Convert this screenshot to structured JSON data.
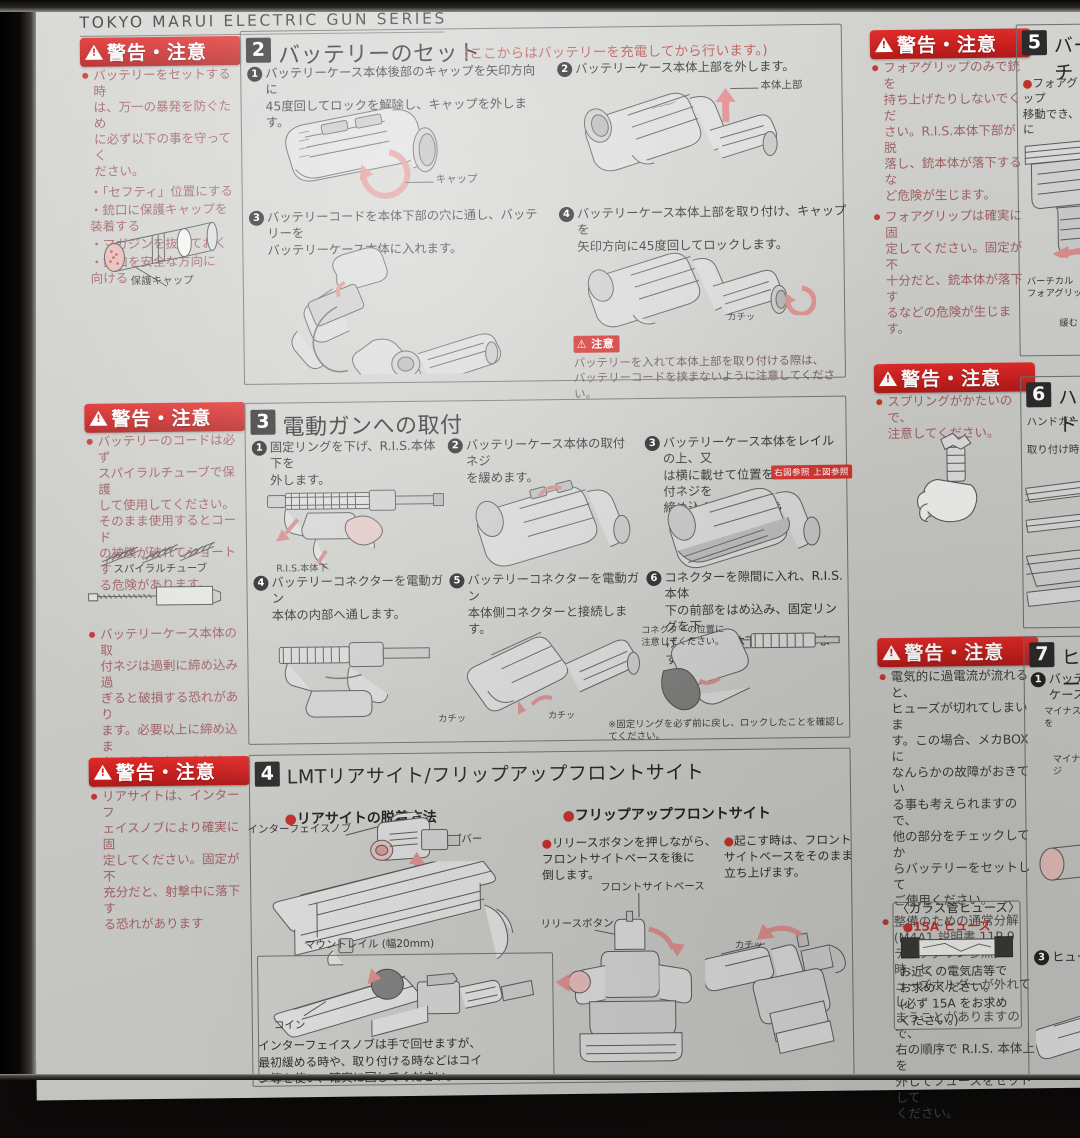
{
  "page": {
    "series_title": "TOKYO MARUI ELECTRIC GUN SERIES",
    "warn_label": "警告・注意",
    "caution_label": "注意"
  },
  "warnings": {
    "battery": {
      "header": "警告・注意",
      "items": [
        "バッテリーをセットする時\nは、万一の暴発を防ぐため\nに必ず以下の事を守ってく\nださい。",
        "「セフティ」位置にする",
        "銃口に保護キャップを\n装着する",
        "マガジンを抜いておく",
        "銃口を安全な方向に\n向ける"
      ],
      "cap_label": "保護キャップ"
    },
    "cord": {
      "header": "警告・注意",
      "items": [
        "バッテリーのコードは必ず\nスパイラルチューブで保護\nして使用してください。\nそのまま使用するとコード\nの被膜が破れてショートす\nる危険があります。",
        "バッテリーケース本体の取\n付ネジは過剰に締め込み過\nぎると破損する恐れがあり\nます。必要以上に締め込ま\nないようにしてください。"
      ],
      "tube_label": "スパイラルチューブ"
    },
    "rearsight": {
      "header": "警告・注意",
      "items": [
        "リアサイトは、インターフ\nェイスノブにより確実に固\n定してください。固定が不\n充分だと、射撃中に落下す\nる恐れがあります"
      ]
    },
    "foregrip": {
      "header": "警告・注意",
      "items": [
        "フォアグリップのみで銃を\n持ち上げたりしないでくだ\nさい。R.I.S.本体下部が脱\n落し、銃本体が落下するな\nど危険が生じます。",
        "フォアグリップは確実に固\n定してください。固定が不\n十分だと、銃本体が落下す\nるなどの危険が生じます。"
      ]
    },
    "spring": {
      "header": "警告・注意",
      "items": [
        "スプリングがかたいので、\n注意してください。"
      ]
    },
    "fuse": {
      "header": "警告・注意",
      "items": [
        "電気的に過電流が流れると、\nヒューズが切れてしまいま\nす。この場合、メカBOXに\nなんらかの故障がおきてい\nる事も考えられますので、\n他の部分をチェックしてか\nらバッテリーをセットして\nご使用ください。",
        "整備のための通常分解\n(M4A1 説明書 11P 9\nテイクダウン参照)の時、ヒ\nューズホルダーが外れてし\nまうことがありますので、\n右の順序で R.I.S. 本体上を\n外してフューズをセットして\nください。"
      ]
    }
  },
  "sections": {
    "s2": {
      "num": "2",
      "title": "バッテリーのセット",
      "subtitle": "(ここからはバッテリーを充電してから行います。)",
      "steps": [
        {
          "n": "❶",
          "text": "バッテリーケース本体後部のキャップを矢印方向に\n45度回してロックを解除し、キャップを外します。"
        },
        {
          "n": "❷",
          "text": "バッテリーケース本体上部を外します。"
        },
        {
          "n": "❸",
          "text": "バッテリーコードを本体下部の穴に通し、バッテリーを\nバッテリーケース本体に入れます。"
        },
        {
          "n": "❹",
          "text": "バッテリーケース本体上部を取り付け、キャップを\n矢印方向に45度回してロックします。"
        }
      ],
      "labels": {
        "cap": "キャップ",
        "body_top": "本体上部",
        "click": "カチッ"
      },
      "caution": {
        "tag": "注意",
        "text": "バッテリーを入れて本体上部を取り付ける際は、\nバッテリーコードを挟まないように注意してください。"
      }
    },
    "s3": {
      "num": "3",
      "title": "電動ガンへの取付",
      "steps": [
        {
          "n": "❶",
          "text": "固定リングを下げ、R.I.S.本体下を\n外します。"
        },
        {
          "n": "❷",
          "text": "バッテリーケース本体の取付ネジ\nを緩めます。"
        },
        {
          "n": "❸",
          "text": "バッテリーケース本体をレイルの上、又\nは横に載せて位置を合わせ、取付ネジを\n締め込んで固定します。"
        },
        {
          "n": "❹",
          "text": "バッテリーコネクターを電動ガン\n本体の内部へ通します。"
        },
        {
          "n": "❺",
          "text": "バッテリーコネクターを電動ガン\n本体側コネクターと接続します。"
        },
        {
          "n": "❻",
          "text": "コネクターを隙間に入れ、R.I.S.本体\n下の前部をはめ込み、固定リングを下\nげ、R.I.S.本体下を取り付けます。"
        }
      ],
      "labels": {
        "ris_under": "R.I.S.本体下",
        "click": "カチッ",
        "connector_note": "コネクターの位置に\n注意してください。"
      },
      "chips": [
        "右図参照",
        "上図参照"
      ],
      "footer": "※固定リングを必ず前に戻し、ロックしたことを確認してください。"
    },
    "s4": {
      "num": "4",
      "title": "LMTリアサイト/フリップアップフロントサイト",
      "left_heading": "リアサイトの脱着方法",
      "right_heading": "フリップアップフロントサイト",
      "labels": {
        "interface_knob": "インターフェイスノブ",
        "clamp_bar": "クランプバー",
        "mount_rail": "マウントレイル (幅20mm)",
        "coin": "コイン",
        "front_sight_base": "フロントサイトベース",
        "release_button": "リリースボタン",
        "click": "カチッ"
      },
      "right_items": [
        "リリースボタンを押しながら、\nフロントサイトベースを後に\n倒します。",
        "起こす時は、フロント\nサイトベースをそのまま\n立ち上げます。"
      ],
      "coin_note": "インターフェイスノブは手で回せますが、\n最初緩める時や、取り付ける時などはコイ\nン等を使い、確実に回してください。"
    },
    "s5": {
      "num": "5",
      "title": "バーチ",
      "text": "フォアグリップ\n移動でき、体に",
      "label": "バーチカル\nフォアグリップ",
      "sub_label": "緩む"
    },
    "s6": {
      "num": "6",
      "title": "ハンド",
      "text": "ハンドガー",
      "text2": "取り付け時"
    },
    "s7": {
      "num": "7",
      "title": "ヒュー",
      "steps": [
        {
          "n": "❶",
          "text": "バッテリーを\nケース、フォ"
        },
        {
          "n": "❸",
          "text": "ヒューズを"
        }
      ],
      "labels": {
        "minus_driver": "マイナスネジを",
        "minus_driver2": "マイナスネジ"
      },
      "fuse_box": {
        "title": "〈ガラス管ヒューズ〉",
        "item": "15A ヒューズ",
        "note": "お近くの電気店等で\nお求めください。\n(必ず 15A をお求め\n ください。)"
      }
    }
  }
}
